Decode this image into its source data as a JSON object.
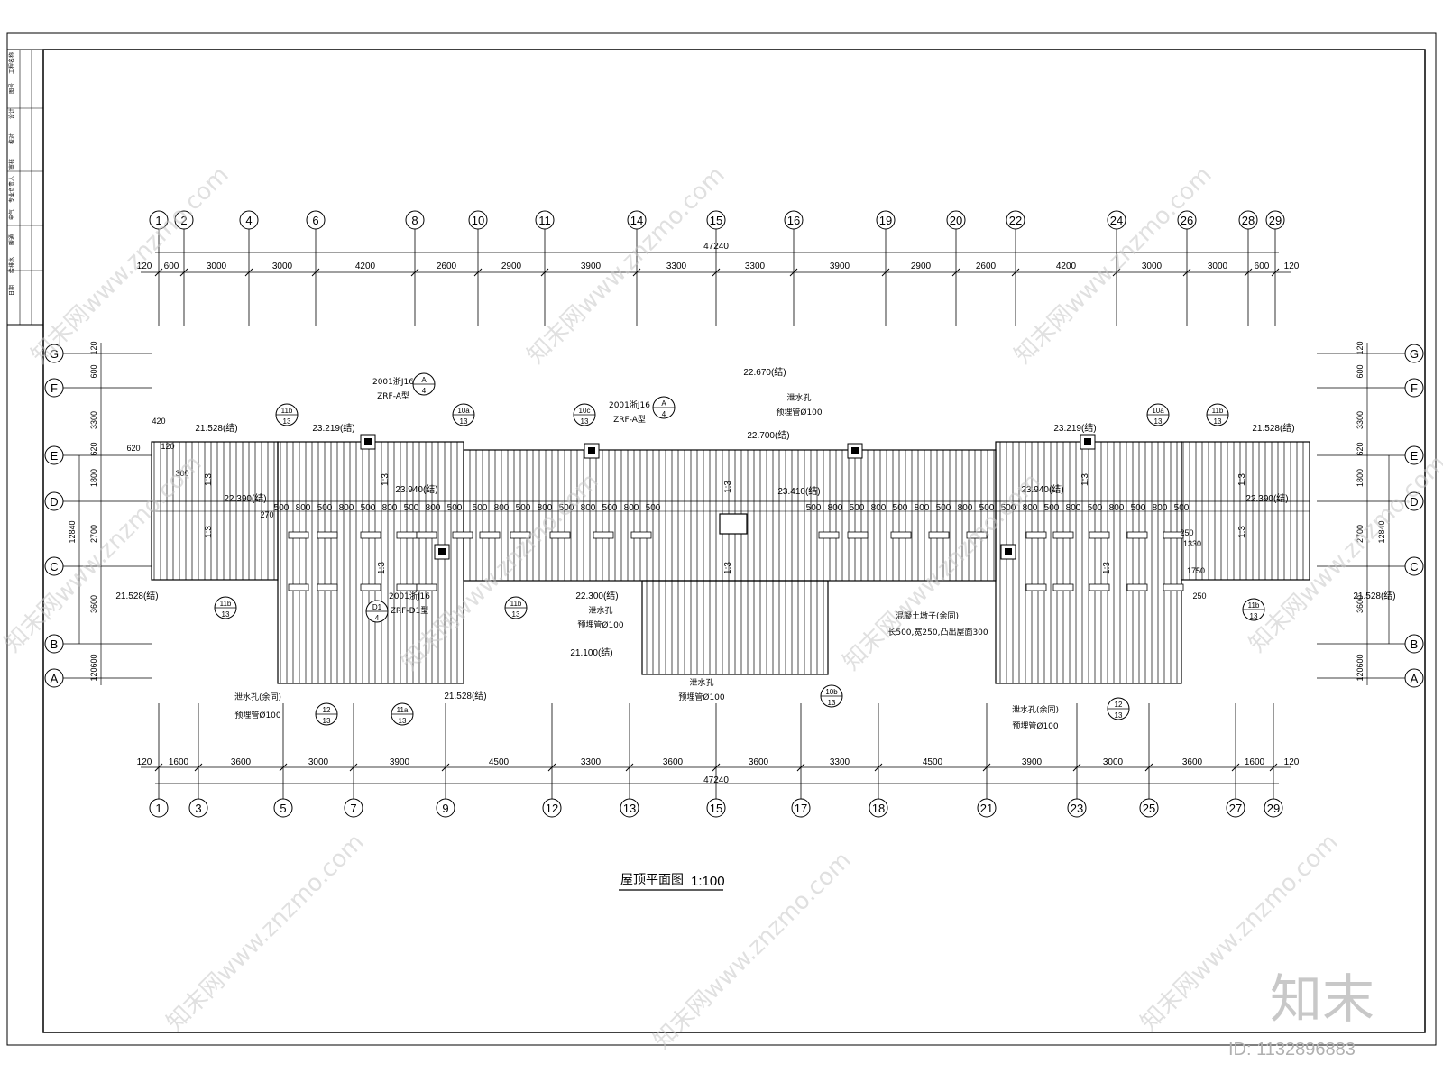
{
  "drawing": {
    "title": "屋顶平面图",
    "scale": "1:100",
    "total_width": "47240",
    "total_depth": "12840",
    "watermark_site": "www.znzmo.com",
    "watermark_brand": "知末网",
    "logo_text": "知末",
    "image_id": "ID: 1132896883",
    "title_block": [
      "工程名称",
      "图号",
      "设计",
      "校对",
      "审核",
      "专业负责人",
      "电气",
      "暖通",
      "给排水",
      "日期"
    ]
  },
  "grid": {
    "top_axes": [
      "1",
      "2",
      "4",
      "6",
      "8",
      "10",
      "11",
      "14",
      "15",
      "16",
      "19",
      "20",
      "22",
      "24",
      "26",
      "28",
      "29"
    ],
    "top_dims": [
      "120",
      "600",
      "3000",
      "3000",
      "4200",
      "2600",
      "2900",
      "3900",
      "3300",
      "3300",
      "3900",
      "2900",
      "2600",
      "4200",
      "3000",
      "3000",
      "600",
      "120"
    ],
    "bottom_axes": [
      "1",
      "3",
      "5",
      "7",
      "9",
      "12",
      "13",
      "15",
      "17",
      "18",
      "21",
      "23",
      "25",
      "27",
      "29"
    ],
    "bottom_dims": [
      "120",
      "1600",
      "3600",
      "3000",
      "3900",
      "4500",
      "3300",
      "3600",
      "3600",
      "3300",
      "4500",
      "3900",
      "3000",
      "3600",
      "1600",
      "120"
    ],
    "rows": [
      "G",
      "F",
      "E",
      "D",
      "C",
      "B",
      "A"
    ],
    "left_dims": [
      "120",
      "600",
      "3300",
      "620",
      "1800",
      "2700",
      "3600",
      "600",
      "120"
    ],
    "right_dims": [
      "120",
      "600",
      "3300",
      "620",
      "1800",
      "2700",
      "3600",
      "600",
      "120"
    ]
  },
  "annotations": {
    "elevations": [
      "21.528(结)",
      "23.219(结)",
      "22.390(结)",
      "23.940(结)",
      "22.670(结)",
      "22.700(结)",
      "23.410(结)",
      "22.300(结)",
      "21.100(结)",
      "23.219(结)",
      "23.940(结)",
      "21.528(结)",
      "22.390(结)",
      "21.528(结)",
      "21.528(结)",
      "21.528(结)"
    ],
    "details": [
      {
        "num": "11b",
        "sheet": "13"
      },
      {
        "num": "10a",
        "sheet": "13"
      },
      {
        "num": "10c",
        "sheet": "13"
      },
      {
        "num": "A",
        "sheet": "4"
      },
      {
        "num": "A",
        "sheet": "4"
      },
      {
        "num": "10a",
        "sheet": "13"
      },
      {
        "num": "11b",
        "sheet": "13"
      },
      {
        "num": "11b",
        "sheet": "13"
      },
      {
        "num": "D1",
        "sheet": "4"
      },
      {
        "num": "11b",
        "sheet": "13"
      },
      {
        "num": "12",
        "sheet": "13"
      },
      {
        "num": "11a",
        "sheet": "13"
      },
      {
        "num": "10b",
        "sheet": "13"
      },
      {
        "num": "12",
        "sheet": "13"
      },
      {
        "num": "11b",
        "sheet": "13"
      }
    ],
    "std_ref": "2001浙J16",
    "type_a": "ZRF-A型",
    "type_d": "ZRF-D1型",
    "drain": "泄水孔",
    "drain_same": "泄水孔(余同)",
    "pipe": "预埋管Ø100",
    "concrete_pier": "混凝土墩子(余同)",
    "pier_size": "长500,宽250,凸出屋面300",
    "slope": "1:3",
    "pier_dims": [
      "500",
      "800",
      "500",
      "800",
      "500",
      "800",
      "500",
      "800",
      "500"
    ],
    "misc_dims": [
      "420",
      "120",
      "620",
      "300",
      "270",
      "250",
      "1330",
      "1750",
      "250"
    ]
  }
}
